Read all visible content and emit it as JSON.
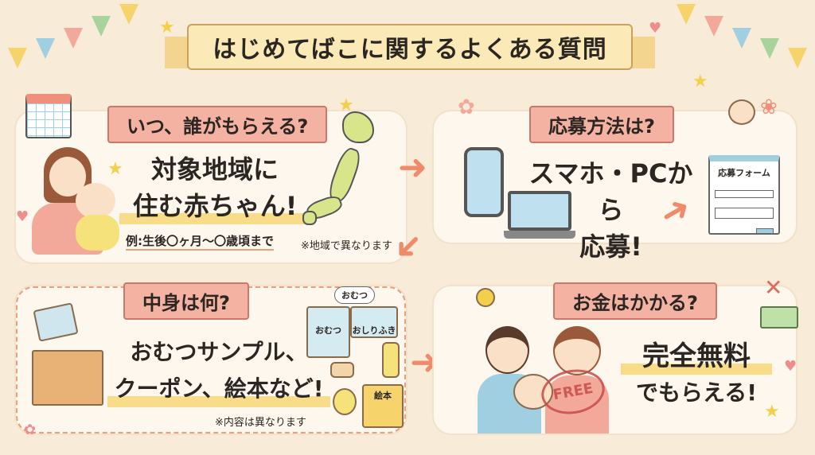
{
  "title": "はじめてばこに関するよくある質問",
  "panels": {
    "who": {
      "heading": "いつ、誰がもらえる?",
      "main_line1": "対象地域に",
      "main_line2": "住む赤ちゃん!",
      "example": "例:生後〇ヶ月〜〇歳頃まで",
      "note": "※地域で異なります"
    },
    "how": {
      "heading": "応募方法は?",
      "main_line1": "スマホ・PCから",
      "main_line2": "応募!",
      "form_title": "応募フォーム"
    },
    "what": {
      "heading": "中身は何?",
      "main_line1": "おむつサンプル、",
      "main_line2": "クーポン、絵本など!",
      "note": "※内容は異なります",
      "bubble": "おむつ",
      "diaper_label": "おむつ",
      "wipes_label": "おしりふき",
      "book_label": "絵本"
    },
    "cost": {
      "heading": "お金はかかる?",
      "main_line1": "完全無料",
      "main_line2": "でもらえる!",
      "stamp": "FREE"
    }
  },
  "colors": {
    "background": "#f8ecd9",
    "ribbon": "#f4b2a2",
    "arrow": "#ef8a6a",
    "highlight": "#f8dc8a"
  }
}
